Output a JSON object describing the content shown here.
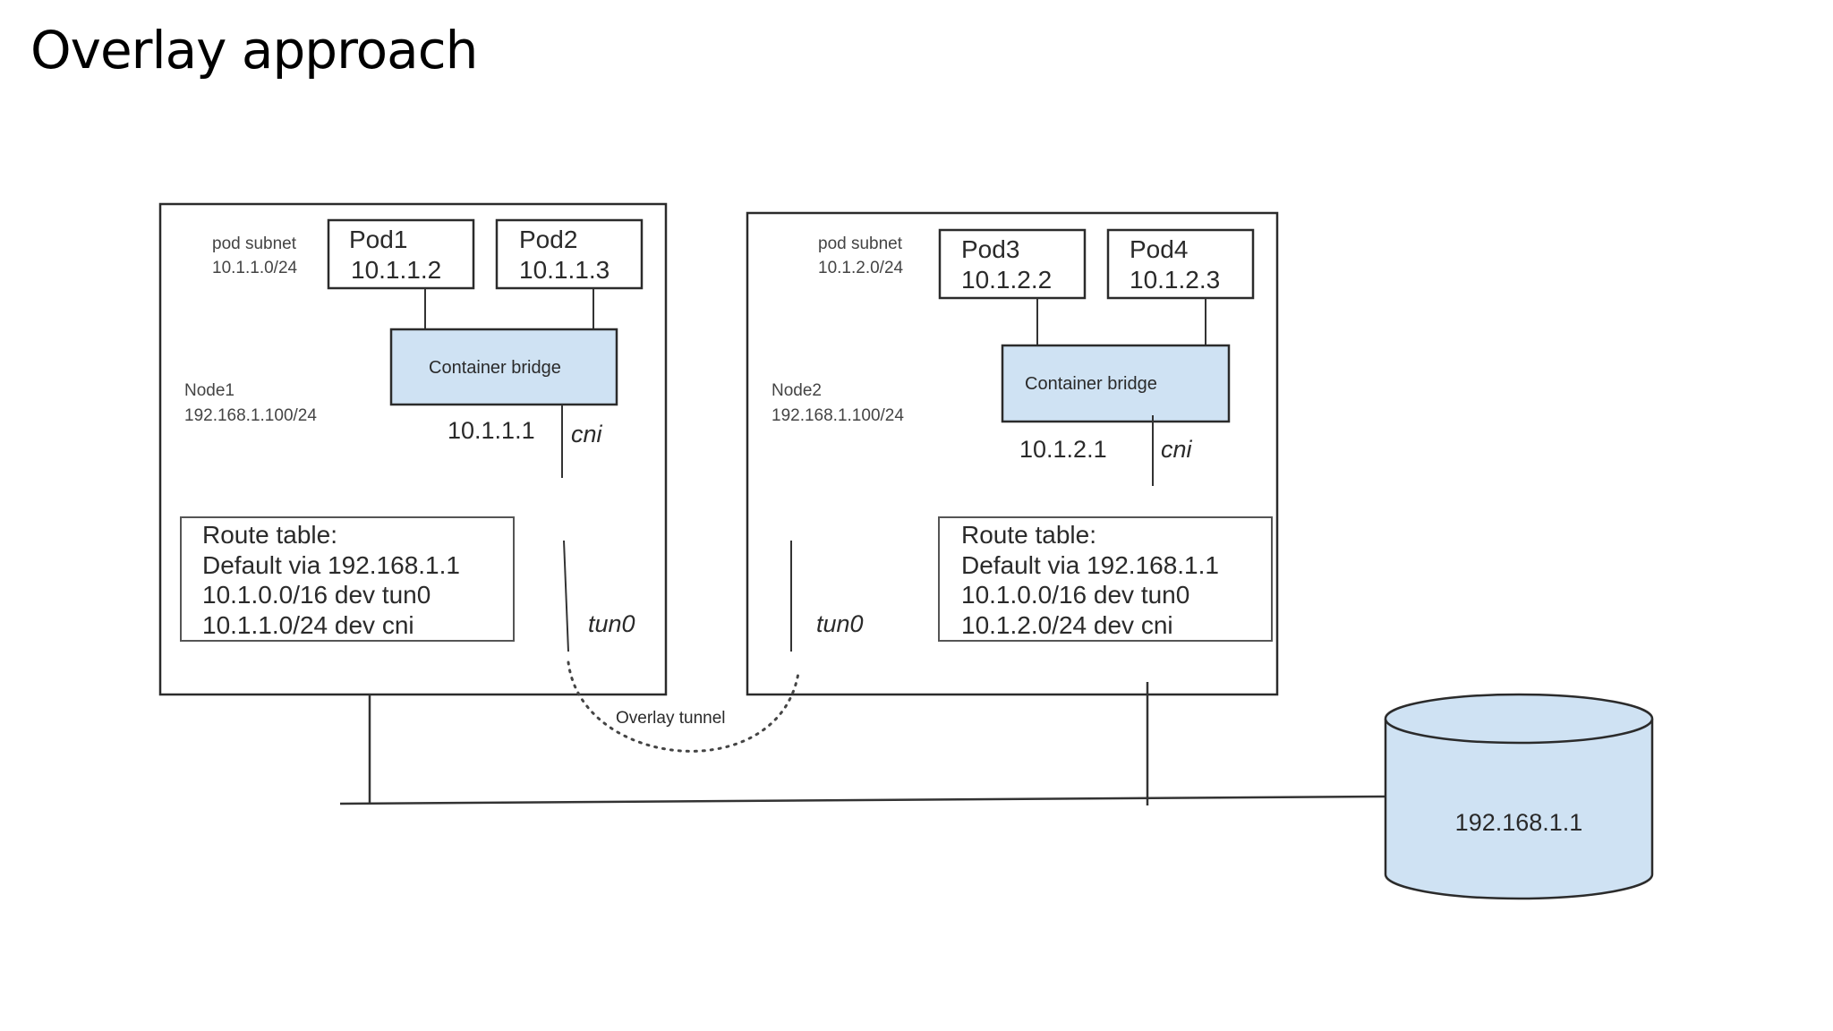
{
  "title": "Overlay approach",
  "colors": {
    "bridge_fill": "#cfe2f3",
    "router_fill": "#cfe2f3",
    "stroke": "#2b2b2b"
  },
  "node1": {
    "subnet_label": "pod subnet",
    "subnet_value": "10.1.1.0/24",
    "name": "Node1",
    "address": "192.168.1.100/24",
    "pods": [
      {
        "name": "Pod1",
        "ip": "10.1.1.2"
      },
      {
        "name": "Pod2",
        "ip": "10.1.1.3"
      }
    ],
    "bridge": "Container bridge",
    "bridge_ip": "10.1.1.1",
    "cni": "cni",
    "tun": "tun0",
    "route_table": [
      "Route table:",
      "Default via 192.168.1.1",
      "10.1.0.0/16 dev tun0",
      "10.1.1.0/24 dev cni"
    ]
  },
  "node2": {
    "subnet_label": "pod subnet",
    "subnet_value": "10.1.2.0/24",
    "name": "Node2",
    "address": "192.168.1.100/24",
    "pods": [
      {
        "name": "Pod3",
        "ip": "10.1.2.2"
      },
      {
        "name": "Pod4",
        "ip": "10.1.2.3"
      }
    ],
    "bridge": "Container bridge",
    "bridge_ip": "10.1.2.1",
    "cni": "cni",
    "tun": "tun0",
    "route_table": [
      "Route table:",
      "Default via 192.168.1.1",
      "10.1.0.0/16 dev tun0",
      "10.1.2.0/24 dev cni"
    ]
  },
  "tunnel_label": "Overlay tunnel",
  "router": "192.168.1.1"
}
